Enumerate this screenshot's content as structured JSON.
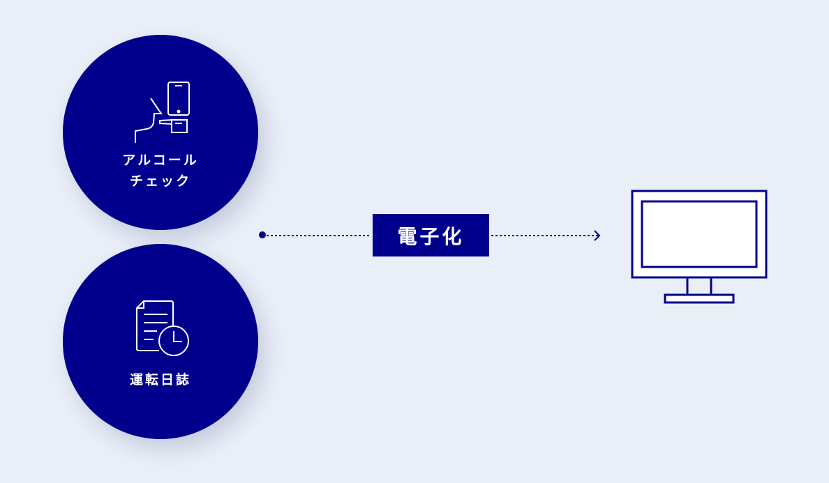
{
  "nodes": {
    "alcohol_check": {
      "line1": "アルコール",
      "line2": "チェック",
      "icon": "breathalyzer-phone-icon"
    },
    "driving_log": {
      "label": "運転日誌",
      "icon": "document-clock-icon"
    }
  },
  "process_label": "電子化",
  "target": {
    "icon": "monitor-icon"
  },
  "colors": {
    "primary": "#00008c",
    "background": "#e9eef7"
  }
}
